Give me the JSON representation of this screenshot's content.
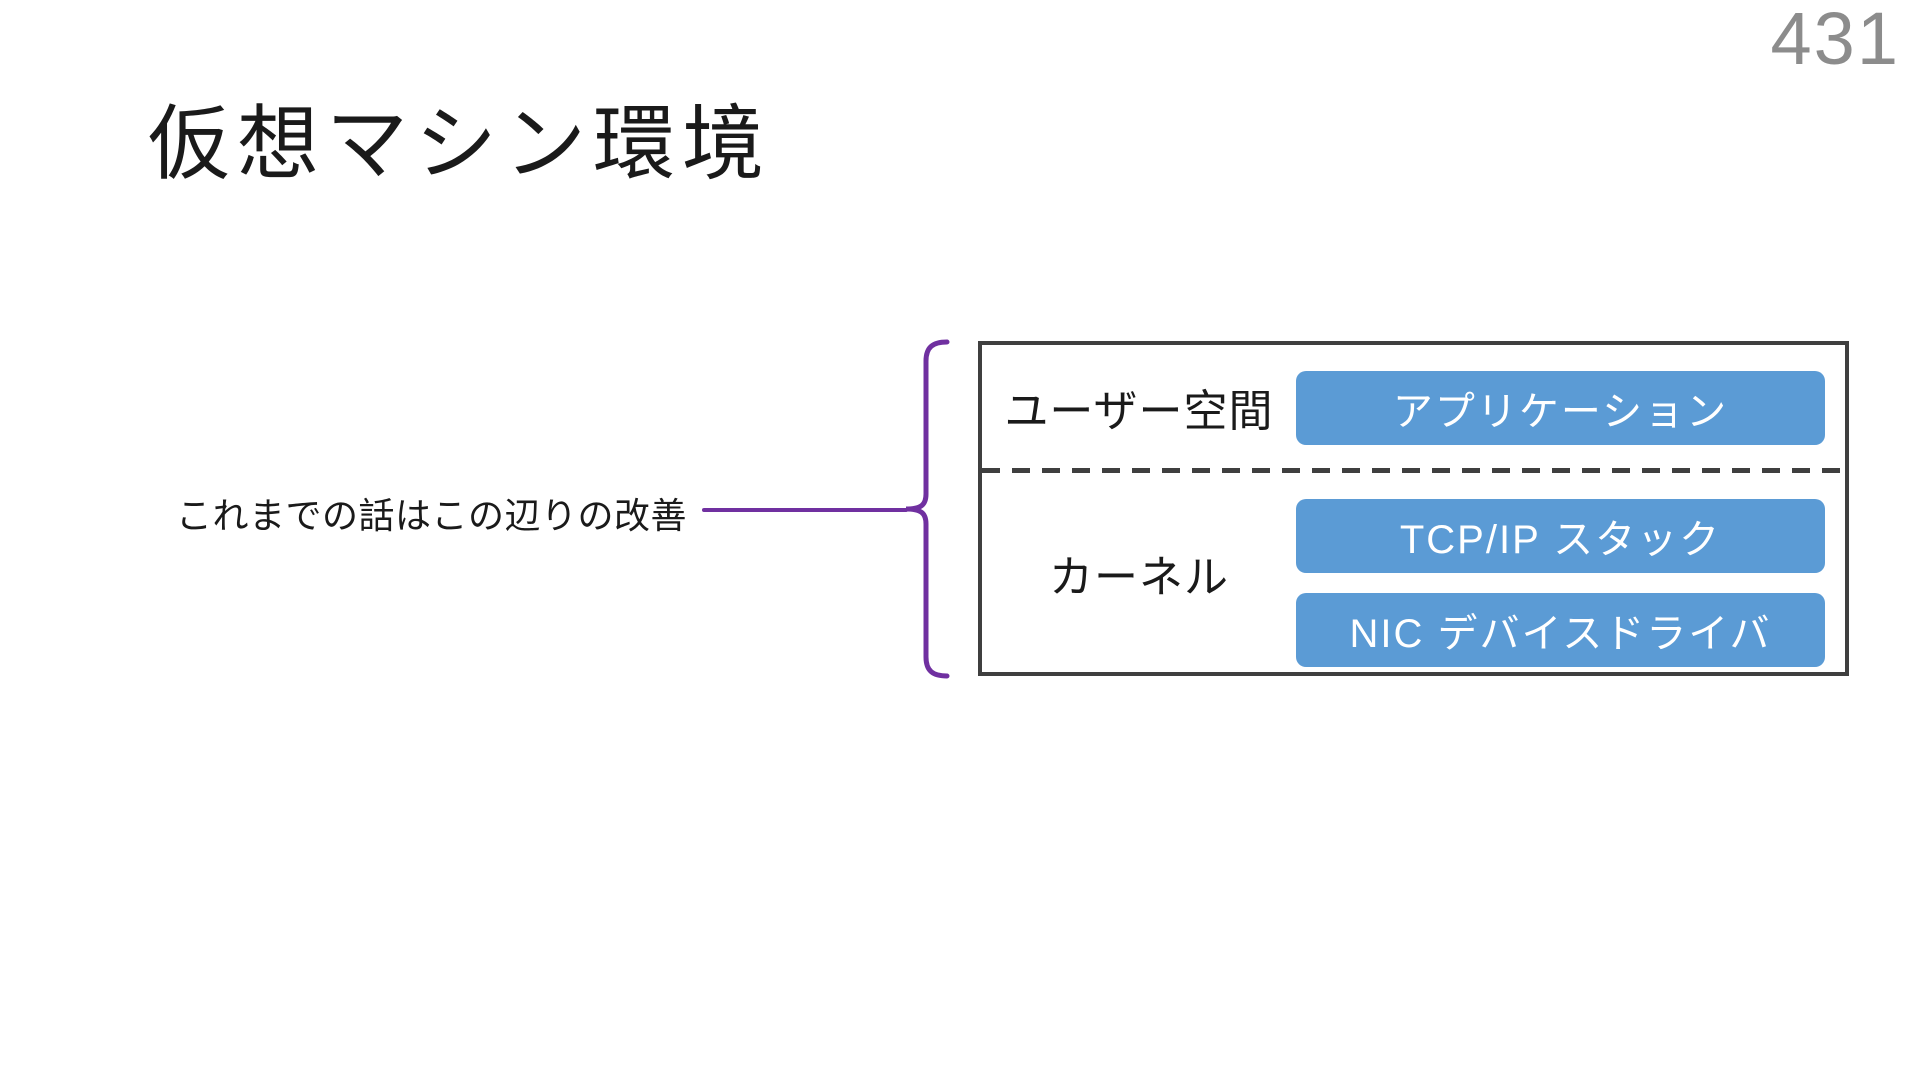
{
  "slide": {
    "page_number": "431",
    "title": "仮想マシン環境"
  },
  "annotation": {
    "text": "これまでの話はこの辺りの改善"
  },
  "diagram": {
    "user_space": {
      "label": "ユーザー空間",
      "boxes": [
        "アプリケーション"
      ]
    },
    "kernel": {
      "label": "カーネル",
      "boxes": [
        "TCP/IP スタック",
        "NIC デバイスドライバ"
      ]
    }
  },
  "colors": {
    "blue": "#5B9BD5",
    "purple": "#7030A0",
    "border_dark": "#3F3F3F",
    "page_number_gray": "#8C8C8C",
    "text_black": "#1A1A1A",
    "box_text_white": "#FFFFFF"
  }
}
